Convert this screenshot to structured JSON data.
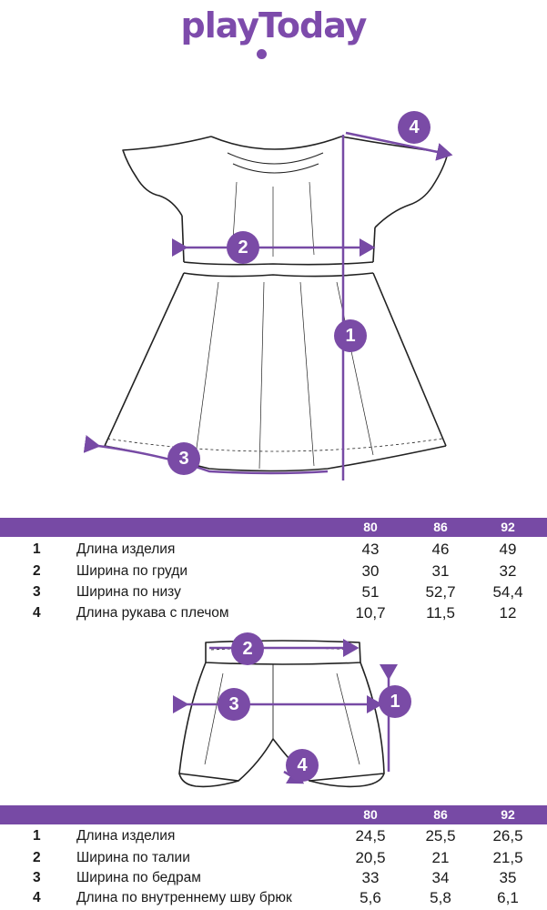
{
  "brand": {
    "logo_text": "playToday",
    "accent_color": "#774aa5"
  },
  "table1": {
    "sizes": [
      "80",
      "86",
      "92"
    ],
    "rows": [
      {
        "num": "1",
        "label": "Длина изделия",
        "values": [
          "43",
          "46",
          "49"
        ]
      },
      {
        "num": "2",
        "label": "Ширина по груди",
        "values": [
          "30",
          "31",
          "32"
        ]
      },
      {
        "num": "3",
        "label": "Ширина по низу",
        "values": [
          "51",
          "52,7",
          "54,4"
        ]
      },
      {
        "num": "4",
        "label": "Длина рукава с плечом",
        "values": [
          "10,7",
          "11,5",
          "12"
        ]
      }
    ]
  },
  "table2": {
    "sizes": [
      "80",
      "86",
      "92"
    ],
    "rows": [
      {
        "num": "1",
        "label": "Длина изделия",
        "values": [
          "24,5",
          "25,5",
          "26,5"
        ]
      },
      {
        "num": "2",
        "label": "Ширина по талии",
        "values": [
          "20,5",
          "21",
          "21,5"
        ]
      },
      {
        "num": "3",
        "label": "Ширина по бедрам",
        "values": [
          "33",
          "34",
          "35"
        ]
      },
      {
        "num": "4",
        "label": "Длина по внутреннему шву брюк",
        "values": [
          "5,6",
          "5,8",
          "6,1"
        ]
      }
    ]
  },
  "markers": {
    "m1": "1",
    "m2": "2",
    "m3": "3",
    "m4": "4"
  }
}
